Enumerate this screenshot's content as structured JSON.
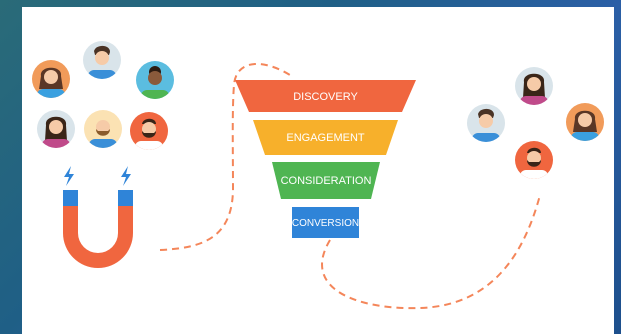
{
  "funnel": {
    "stages": [
      {
        "label": "DISCOVERY",
        "color": "#f0663f"
      },
      {
        "label": "ENGAGEMENT",
        "color": "#f7b02b"
      },
      {
        "label": "CONSIDERATION",
        "color": "#4fb552"
      },
      {
        "label": "CONVERSION",
        "color": "#2f84d8"
      }
    ]
  },
  "colors": {
    "dashed_path": "#f4865a",
    "magnet": "#f0663f",
    "magnet_tips": "#2f84d8",
    "bolt": "#2f84d8"
  },
  "icons": [
    "user-avatar-icon",
    "magnet-icon",
    "lightning-bolt-icon",
    "dashed-path-icon"
  ]
}
